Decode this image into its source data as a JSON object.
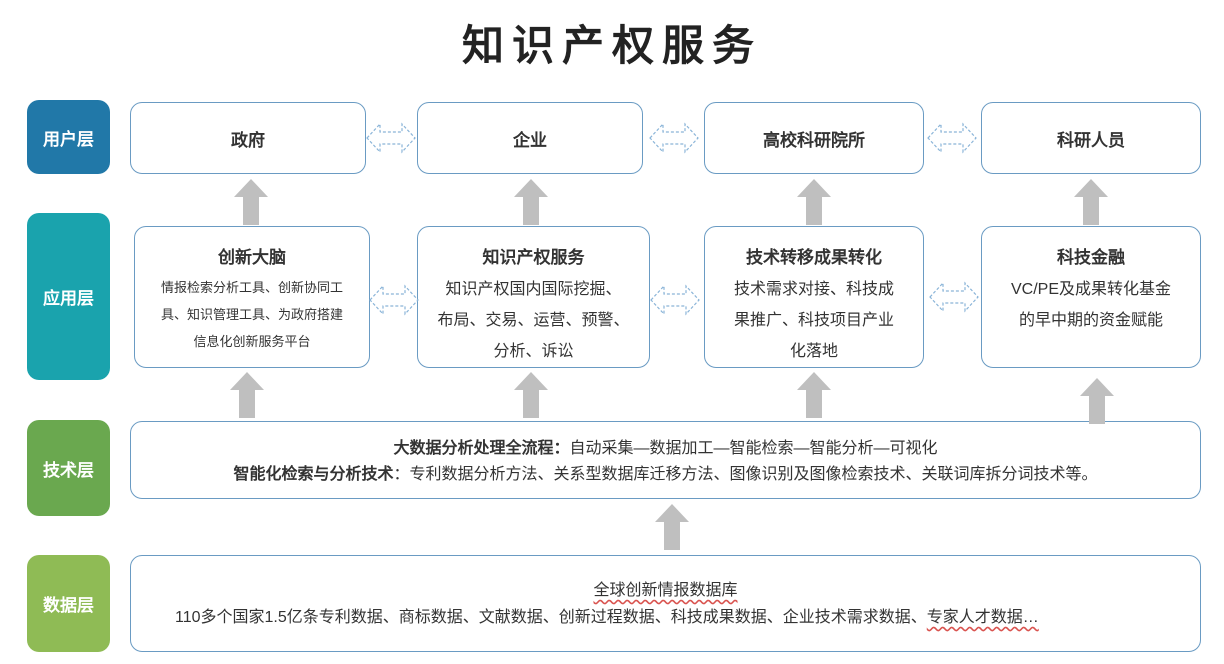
{
  "title": "知识产权服务",
  "layers": {
    "user": "用户层",
    "app": "应用层",
    "tech": "技术层",
    "data": "数据层"
  },
  "user_boxes": [
    "政府",
    "企业",
    "高校科研院所",
    "科研人员"
  ],
  "app_boxes": [
    {
      "title": "创新大脑",
      "lines": [
        "情报检索分析工具、创新协同工",
        "具、知识管理工具、为政府搭建",
        "信息化创新服务平台"
      ]
    },
    {
      "title": "知识产权服务",
      "lines": [
        "知识产权国内国际挖掘、",
        "布局、交易、运营、预警、",
        "分析、诉讼"
      ]
    },
    {
      "title": "技术转移成果转化",
      "lines": [
        "技术需求对接、科技成",
        "果推广、科技项目产业",
        "化落地"
      ]
    },
    {
      "title": "科技金融",
      "lines": [
        "VC/PE及成果转化基金",
        "的早中期的资金赋能"
      ]
    }
  ],
  "tech": {
    "line1_bold": "大数据分析处理全流程：",
    "line1_text": "自动采集—数据加工—智能检索—智能分析—可视化",
    "line2_bold": "智能化检索与分析技术",
    "line2_text": "：专利数据分析方法、关系型数据库迁移方法、图像识别及图像检索技术、关联词库拆分词技术等。"
  },
  "data": {
    "title": "全球创新情报数据库",
    "desc_main": "110多个国家1.5亿条专利数据、商标数据、文献数据、创新过程数据、科技成果数据、企业技术需求数据、",
    "desc_tail": "专家人才数据…"
  },
  "colors": {
    "user": "#2178a8",
    "app": "#1aa3ad",
    "tech": "#6aa84f",
    "data": "#8fbb55",
    "border": "#6a9bc3",
    "arrow": "#bfbfbf"
  }
}
